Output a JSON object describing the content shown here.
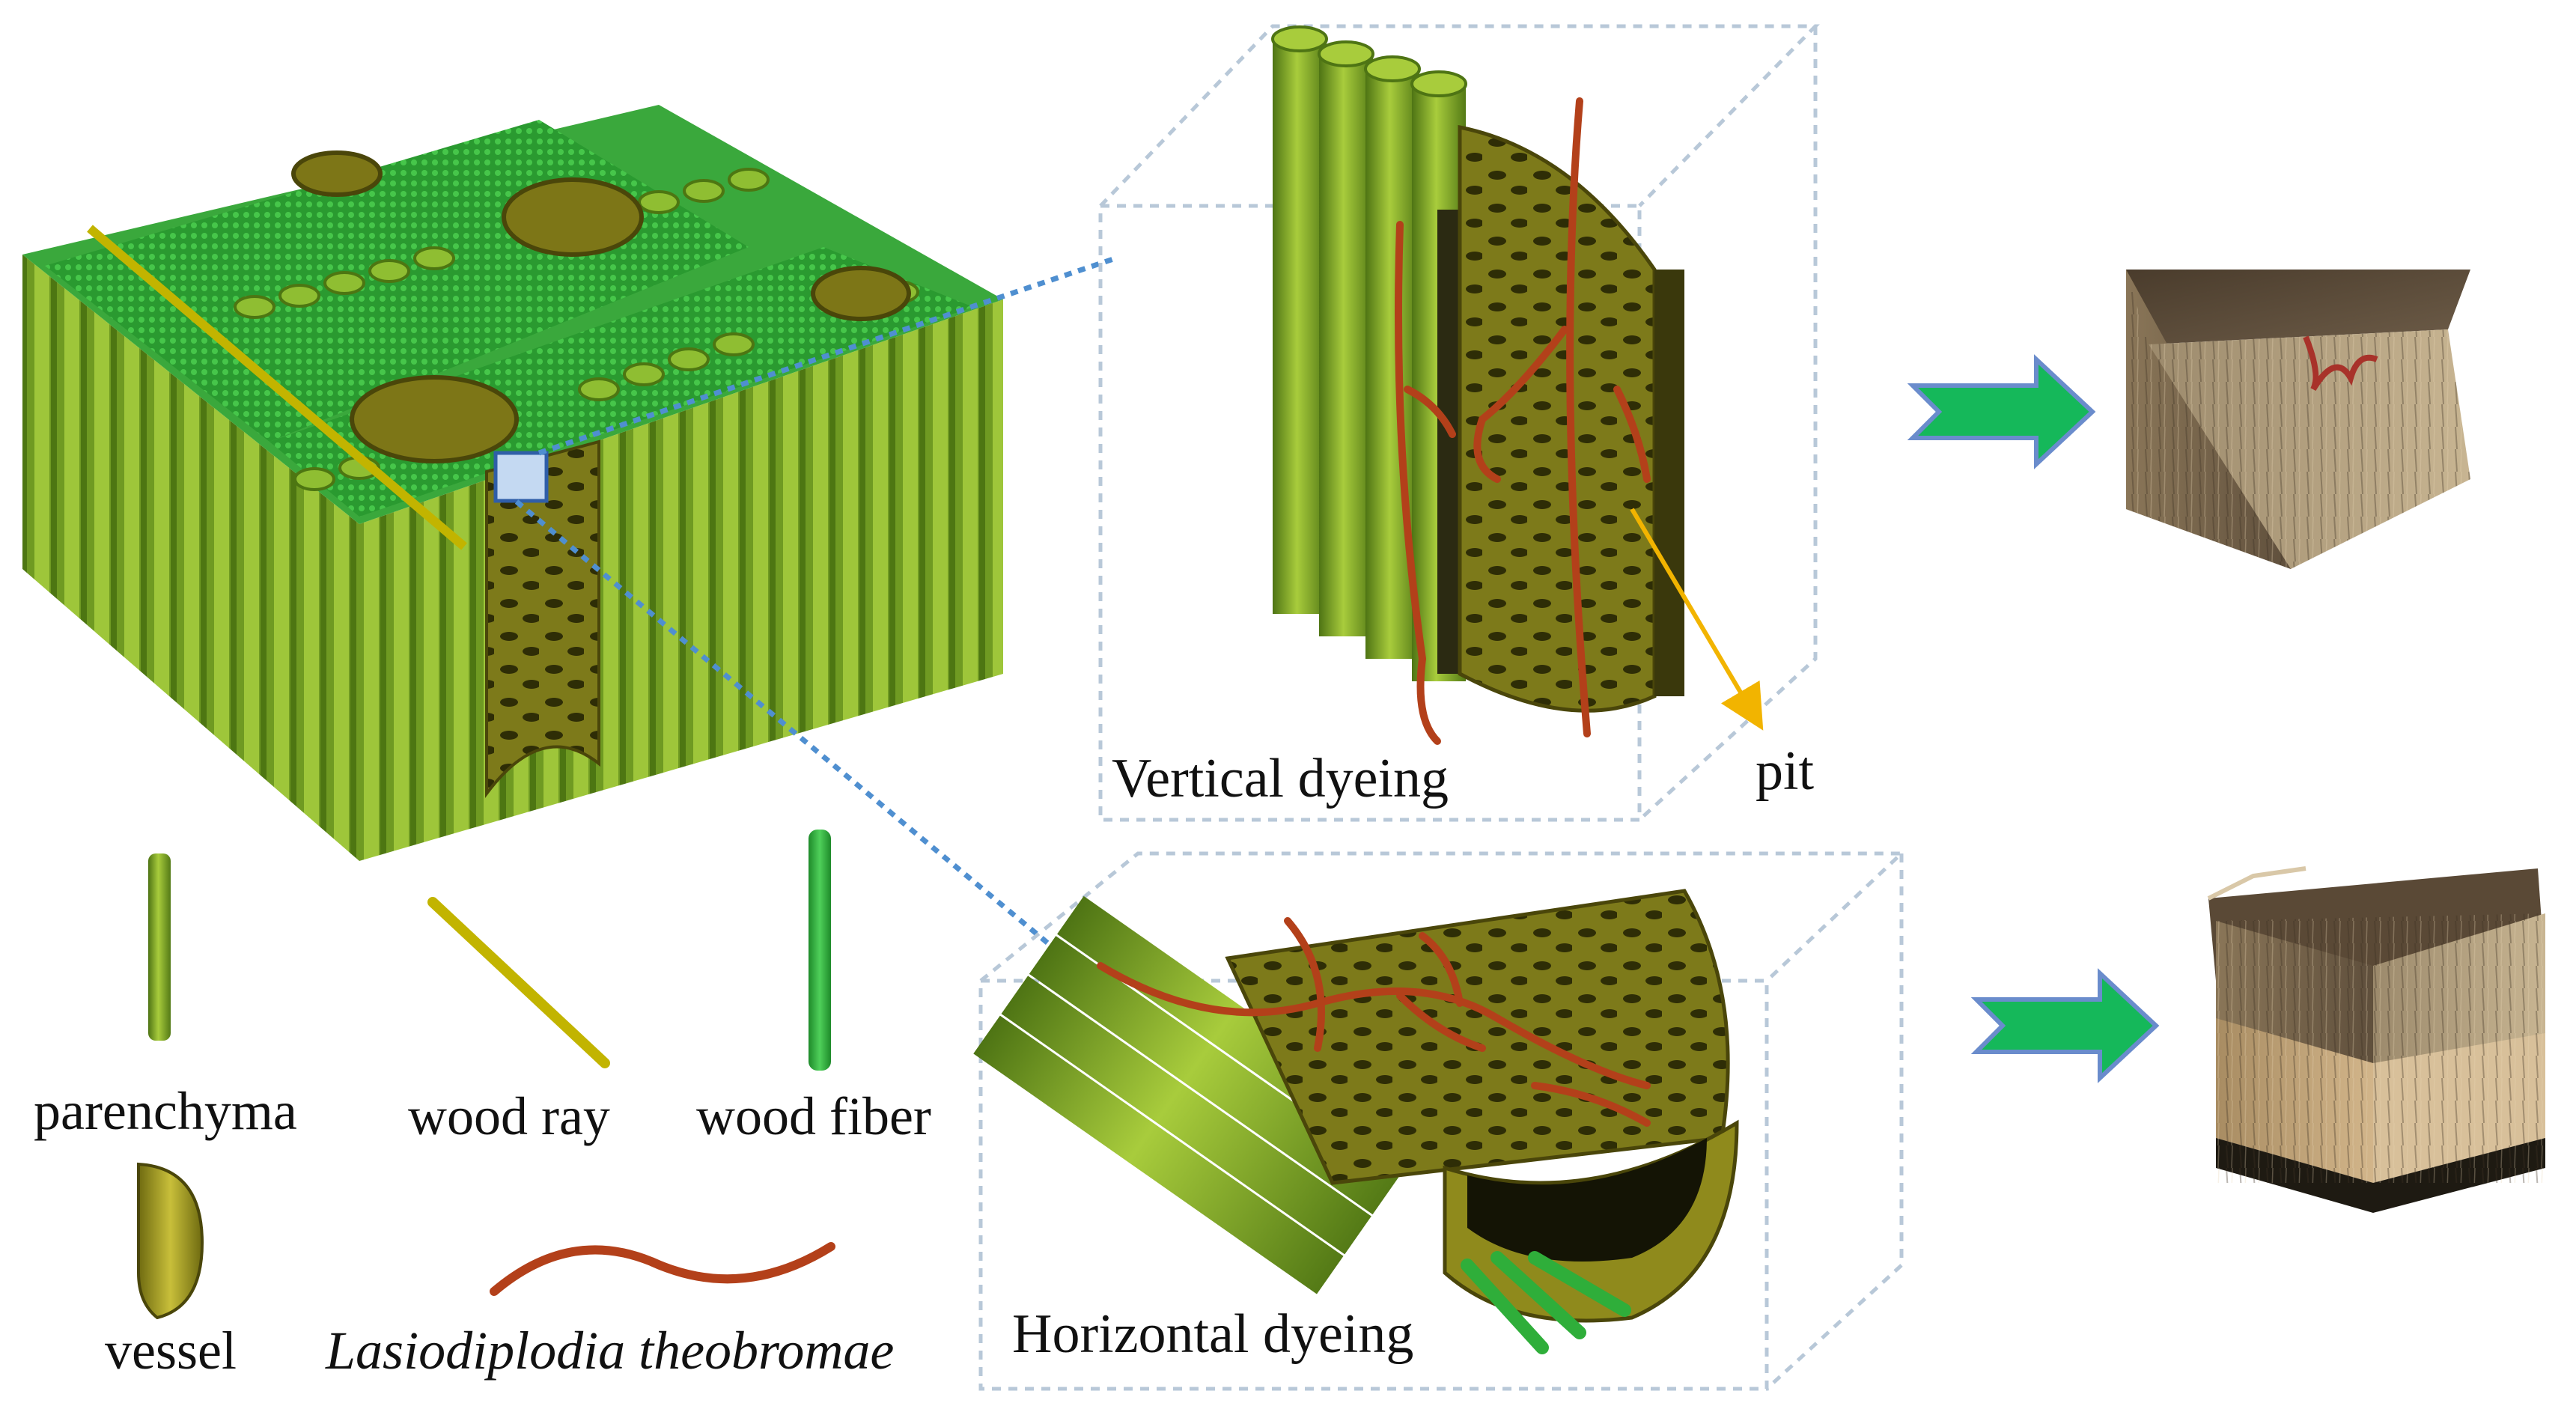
{
  "labels": {
    "vertical": "Vertical dyeing",
    "horizontal": "Horizontal dyeing",
    "pit": "pit"
  },
  "legend": {
    "parenchyma": "parenchyma",
    "wood_ray": "wood ray",
    "wood_fiber": "wood fiber",
    "vessel": "vessel",
    "fungus": "Lasiodiplodia theobromae"
  },
  "colors": {
    "tube_green": "#7ea82a",
    "bright_green": "#2fae3a",
    "vessel_olive": "#9c9420",
    "ray_yellow": "#c2b400",
    "hypha_red": "#b3401a",
    "dotted_blue": "#4f8fd0",
    "box_grey": "#b8c8d8",
    "pit_arrow": "#f2b400",
    "arrow_green": "#15b85a",
    "wood_brown": "#7a6345"
  }
}
